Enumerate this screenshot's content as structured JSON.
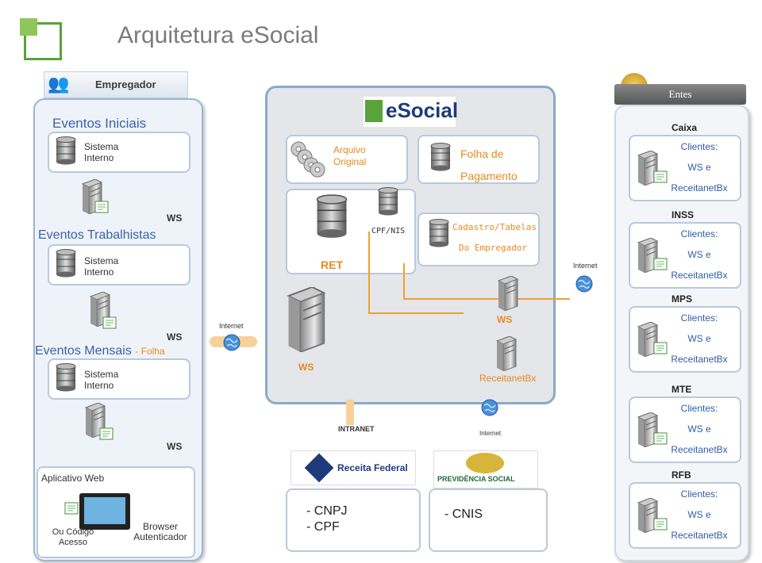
{
  "title": "Arquitetura eSocial",
  "empregador": {
    "badge": "Empregador",
    "eventos_iniciais": "Eventos Iniciais",
    "eventos_trabalhistas": "Eventos Trabalhistas",
    "eventos_mensais": "Eventos Mensais",
    "eventos_mensais_suffix": "- Folha",
    "sistema_interno": "Sistema Interno",
    "ws": "WS",
    "aplicativo_web": "Aplicativo Web",
    "ou_codigo_acesso": "Ou Código Acesso",
    "browser_autenticador": "Browser Autenticador",
    "internet": "Internet"
  },
  "esocial": {
    "logo": "eSocial",
    "arquivo_original": "Arquivo Original",
    "folha_pagamento": "Folha de Pagamento",
    "ret": "RET",
    "cpf_nis": "CPF/NIS",
    "cadastro_tabelas": "Cadastro/Tabelas",
    "do_empregador": "Do Empregador",
    "ws_center": "WS",
    "ws_left": "WS",
    "receitanetbx": "ReceitanetBx",
    "intranet": "INTRANET",
    "internet_bottom": "Internet",
    "internet_right": "Internet",
    "receita_federal": "Receita Federal",
    "previdencia_social": "PREVIDÊNCIA SOCIAL",
    "cnpj": "- CNPJ",
    "cpf": "- CPF",
    "cnis": "- CNIS"
  },
  "entes": {
    "header": "Entes",
    "items": [
      {
        "name": "Caixa",
        "clientes": "Clientes:",
        "ws": "WS e",
        "rbx": "ReceitanetBx"
      },
      {
        "name": "INSS",
        "clientes": "Clientes:",
        "ws": "WS e",
        "rbx": "ReceitanetBx"
      },
      {
        "name": "MPS",
        "clientes": "Clientes:",
        "ws": "WS e",
        "rbx": "ReceitanetBx"
      },
      {
        "name": "MTE",
        "clientes": "Clientes:",
        "ws": "WS e",
        "rbx": "ReceitanetBx"
      },
      {
        "name": "RFB",
        "clientes": "Clientes:",
        "ws": "WS e",
        "rbx": "ReceitanetBx"
      }
    ]
  }
}
